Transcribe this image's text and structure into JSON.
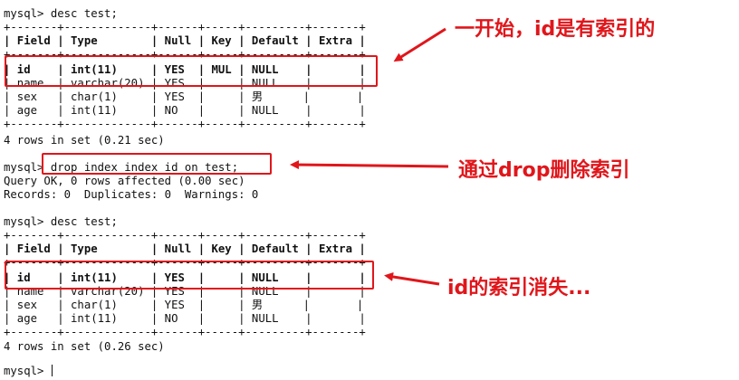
{
  "terminal": {
    "lines": [
      "mysql> desc test;",
      "+-------+-------------+------+-----+---------+-------+",
      "| Field | Type        | Null | Key | Default | Extra |",
      "+-------+-------------+------+-----+---------+-------+",
      "| id    | int(11)     | YES  | MUL | NULL    |       |",
      "| name  | varchar(20) | YES  |     | NULL    |       |",
      "| sex   | char(1)     | YES  |     | 男      |       |",
      "| age   | int(11)     | NO   |     | NULL    |       |",
      "+-------+-------------+------+-----+---------+-------+",
      "4 rows in set (0.21 sec)",
      "",
      "mysql> drop index index_id on test;",
      "Query OK, 0 rows affected (0.00 sec)",
      "Records: 0  Duplicates: 0  Warnings: 0",
      "",
      "mysql> desc test;",
      "+-------+-------------+------+-----+---------+-------+",
      "| Field | Type        | Null | Key | Default | Extra |",
      "+-------+-------------+------+-----+---------+-------+",
      "| id    | int(11)     | YES  |     | NULL    |       |",
      "| name  | varchar(20) | YES  |     | NULL    |       |",
      "| sex   | char(1)     | YES  |     | 男      |       |",
      "| age   | int(11)     | NO   |     | NULL    |       |",
      "+-------+-------------+------+-----+---------+-------+",
      "4 rows in set (0.26 sec)",
      "",
      "mysql> "
    ]
  },
  "annotations": {
    "first": "一开始，id是有索引的",
    "second": "通过drop删除索引",
    "third": "id的索引消失..."
  },
  "colors": {
    "accent": "#e0161b",
    "text": "#111111",
    "background": "#ffffff"
  }
}
